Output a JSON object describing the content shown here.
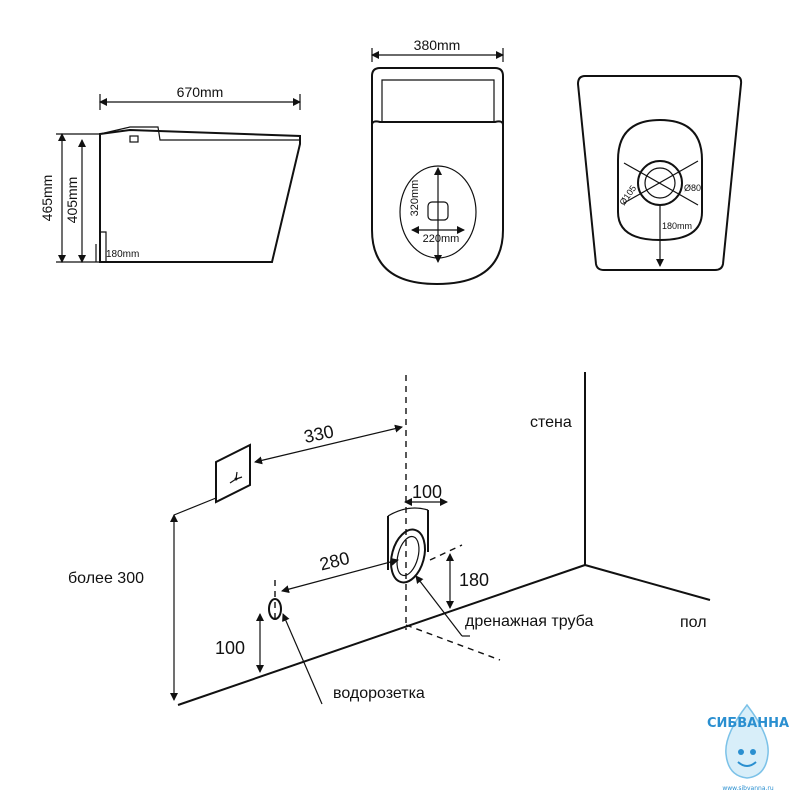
{
  "top_views": {
    "side_width": "670mm",
    "total_height": "465mm",
    "seat_height": "405mm",
    "outlet_offset_side": "180mm",
    "top_width": "380mm",
    "bowl_length": "320mm",
    "bowl_width": "220mm",
    "outlet_diameter_outer": "Ø105",
    "outlet_diameter_inner": "Ø80",
    "outlet_offset_bottom": "180mm"
  },
  "installation": {
    "outlet_distance_label": "330",
    "pipe_width_label": "100",
    "inlet_offset_label": "280",
    "pipe_height_label": "180",
    "inlet_height_label": "100",
    "outlet_height_label": "более 300",
    "wall_label": "стена",
    "floor_label": "пол",
    "drain_label": "дренажная труба",
    "water_label": "водорозетка"
  },
  "logo": {
    "text": "СИБВАННА",
    "url_text": "www.sibvanna.ru"
  }
}
